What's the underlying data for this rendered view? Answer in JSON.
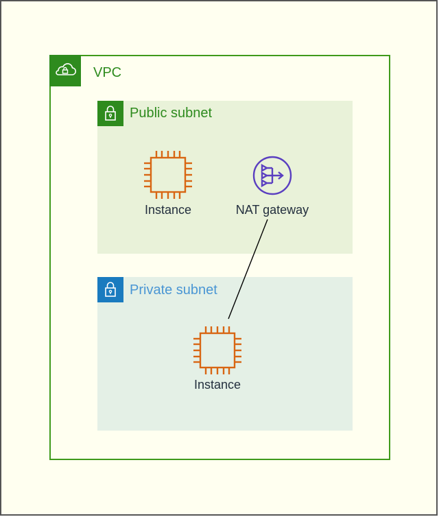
{
  "vpc": {
    "label": "VPC",
    "icon": "cloud-lock-icon",
    "color": "#2e8b1e"
  },
  "public_subnet": {
    "label": "Public subnet",
    "icon": "lock-icon",
    "color": "#2e8b1e",
    "nodes": {
      "instance": {
        "label": "Instance",
        "icon": "ec2-instance-icon",
        "color": "#d86613"
      },
      "nat_gateway": {
        "label": "NAT gateway",
        "icon": "nat-gateway-icon",
        "color": "#5a3fc0"
      }
    }
  },
  "private_subnet": {
    "label": "Private subnet",
    "icon": "lock-icon",
    "color": "#4a96d4",
    "nodes": {
      "instance": {
        "label": "Instance",
        "icon": "ec2-instance-icon",
        "color": "#d86613"
      }
    }
  },
  "connections": [
    {
      "from": "private_subnet.instance",
      "to": "public_subnet.nat_gateway"
    }
  ]
}
